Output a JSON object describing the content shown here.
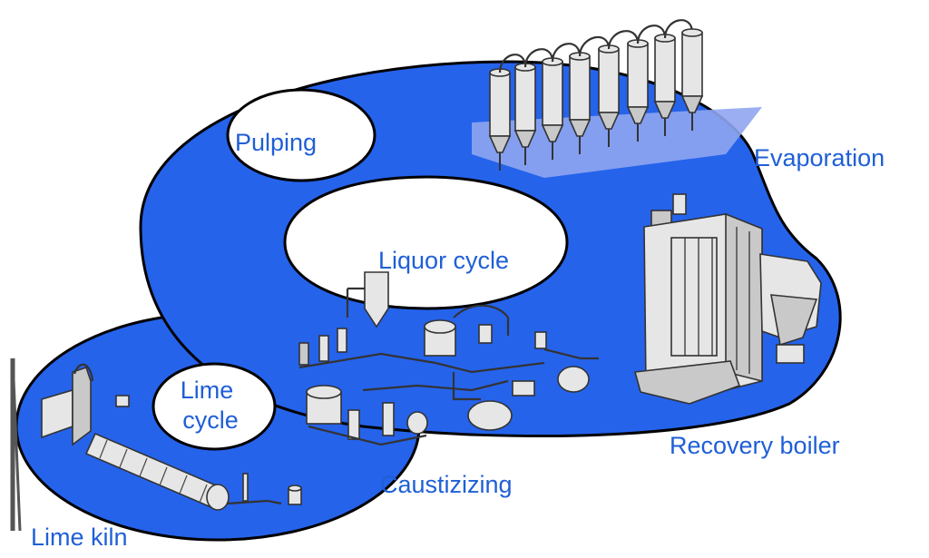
{
  "colors": {
    "loop_fill": "#2563eb",
    "label_text": "#1f5fd6",
    "outline": "#000000",
    "background": "#ffffff"
  },
  "labels": {
    "pulping": "Pulping",
    "evaporation": "Evaporation",
    "liquor_cycle": "Liquor cycle",
    "lime_cycle_line1": "Lime",
    "lime_cycle_line2": "cycle",
    "recovery_boiler": "Recovery boiler",
    "caustizizing": "Caustizizing",
    "lime_kiln": "Lime kiln"
  },
  "equipment": [
    {
      "name": "evaporator-plant",
      "stage": "Evaporation"
    },
    {
      "name": "recovery-boiler",
      "stage": "Recovery boiler"
    },
    {
      "name": "causticizing-plant",
      "stage": "Caustizizing"
    },
    {
      "name": "lime-kiln",
      "stage": "Lime kiln"
    }
  ]
}
